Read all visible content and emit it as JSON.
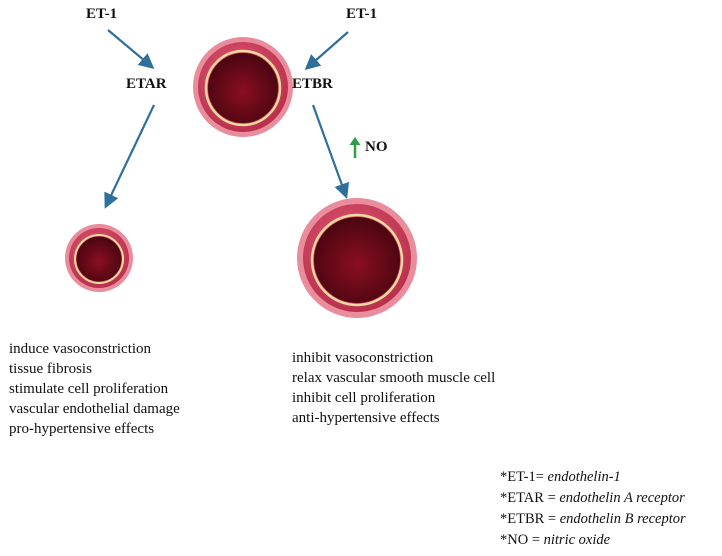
{
  "labels": {
    "et1_left": "ET-1",
    "et1_right": "ET-1",
    "etar": "ETAR",
    "etbr": "ETBR",
    "no": "NO"
  },
  "etar_effects": [
    "induce vasoconstriction",
    "tissue fibrosis",
    "stimulate cell proliferation",
    "vascular endothelial damage",
    "pro-hypertensive effects"
  ],
  "etbr_effects": [
    "inhibit vasoconstriction",
    "relax vascular smooth muscle cell",
    "inhibit cell proliferation",
    "anti-hypertensive effects"
  ],
  "legend": [
    {
      "term": "*ET-1=",
      "definition": "endothelin-1"
    },
    {
      "term": "*ETAR =",
      "definition": "endothelin A receptor"
    },
    {
      "term": "*ETBR =",
      "definition": "endothelin B receptor"
    },
    {
      "term": "*NO =",
      "definition": "nitric oxide"
    }
  ],
  "colors": {
    "arrow": "#2f6f9b",
    "up_arrow": "#2e9e4a",
    "vessel_outer": "#e07a8c",
    "vessel_wall": "#c83a58",
    "vessel_lumen": "#6e0a1a",
    "vessel_ring": "#f1d9a0"
  }
}
